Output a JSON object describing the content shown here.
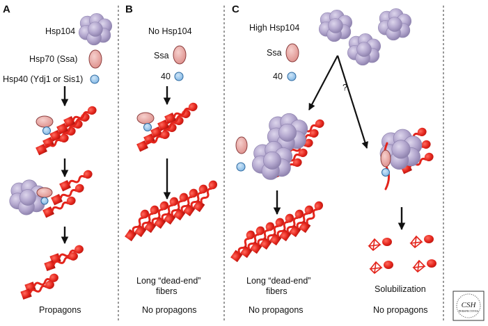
{
  "panels": {
    "a": {
      "letter": "A",
      "hsp104": "Hsp104",
      "hsp70": "Hsp70 (Ssa)",
      "hsp40": "Hsp40 (Ydj1 or Sis1)",
      "outcome": "Propagons"
    },
    "b": {
      "letter": "B",
      "title": "No Hsp104",
      "ssa": "Ssa",
      "j40": "40",
      "fiber_line1": "Long “dead-end”",
      "fiber_line2": "fibers",
      "outcome": "No propagons"
    },
    "c": {
      "letter": "C",
      "title": "High Hsp104",
      "ssa": "Ssa",
      "j40": "40",
      "question": "?",
      "left_line1": "Long “dead-end”",
      "left_line2": "fibers",
      "left_outcome": "No propagons",
      "right_label": "Solubilization",
      "right_outcome": "No propagons"
    }
  },
  "logo": {
    "main": "CSH",
    "sub": "PERSPECTIVES"
  },
  "colors": {
    "hsp104": "#b4a8cf",
    "hsp104_edge": "#8f84b0",
    "ssa": "#e8a3a0",
    "ssa_edge": "#8c3f3f",
    "j_protein": "#8ec1ea",
    "j_protein_edge": "#2f6aa0",
    "prion": "#e3241b",
    "arrow": "#111111"
  }
}
